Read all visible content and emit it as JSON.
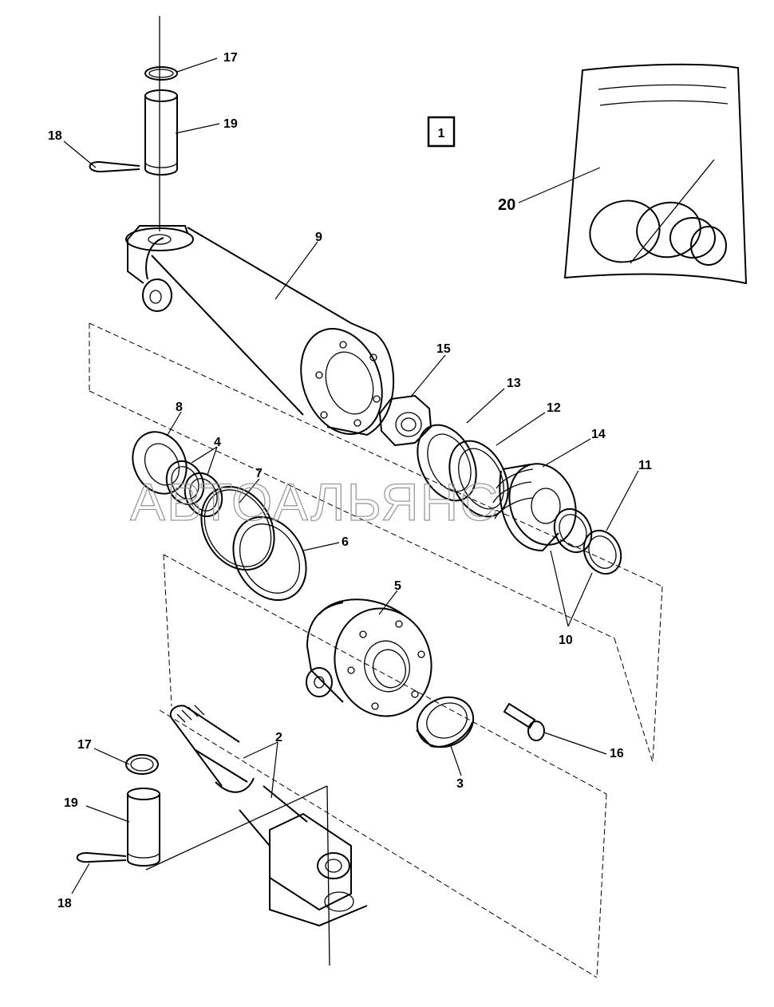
{
  "diagram": {
    "group_box_label": "1",
    "watermark": "АВТОАЛЬЯНС",
    "callouts": {
      "c17_top": "17",
      "c19_top": "19",
      "c18_top": "18",
      "c20": "20",
      "c9": "9",
      "c15": "15",
      "c13": "13",
      "c12": "12",
      "c14": "14",
      "c11": "11",
      "c8": "8",
      "c4": "4",
      "c7": "7",
      "c6": "6",
      "c5": "5",
      "c10": "10",
      "c2": "2",
      "c17_bottom": "17",
      "c19_bottom": "19",
      "c16": "16",
      "c3": "3",
      "c18_bottom": "18"
    }
  }
}
